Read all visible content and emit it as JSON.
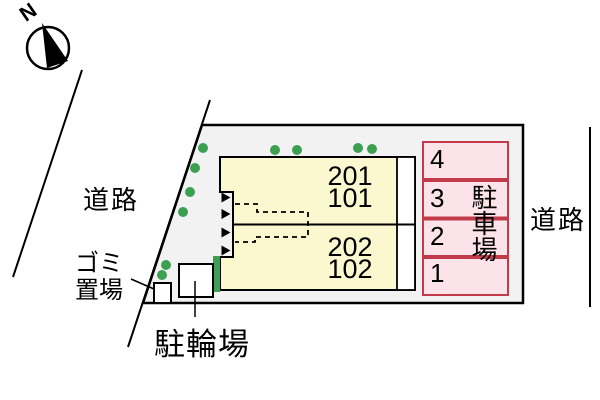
{
  "compass": {
    "label": "N"
  },
  "roads": {
    "left": "道路",
    "right": "道路"
  },
  "building": {
    "unit_upper": "201\n101",
    "unit_lower": "202\n102"
  },
  "parking": {
    "label": "駐車場",
    "stalls": [
      "4",
      "3",
      "2",
      "1"
    ]
  },
  "facilities": {
    "garbage": "ゴミ\n置場",
    "bicycle": "駐輪場"
  },
  "colors": {
    "plot_fill": "#F2F2F2",
    "building_fill": "#FBF7CF",
    "corridor_fill": "#FFFFFF",
    "parking_fill": "#FCE3EA",
    "parking_border": "#C13B4B",
    "greenery": "#3BA052",
    "line": "#000000"
  }
}
